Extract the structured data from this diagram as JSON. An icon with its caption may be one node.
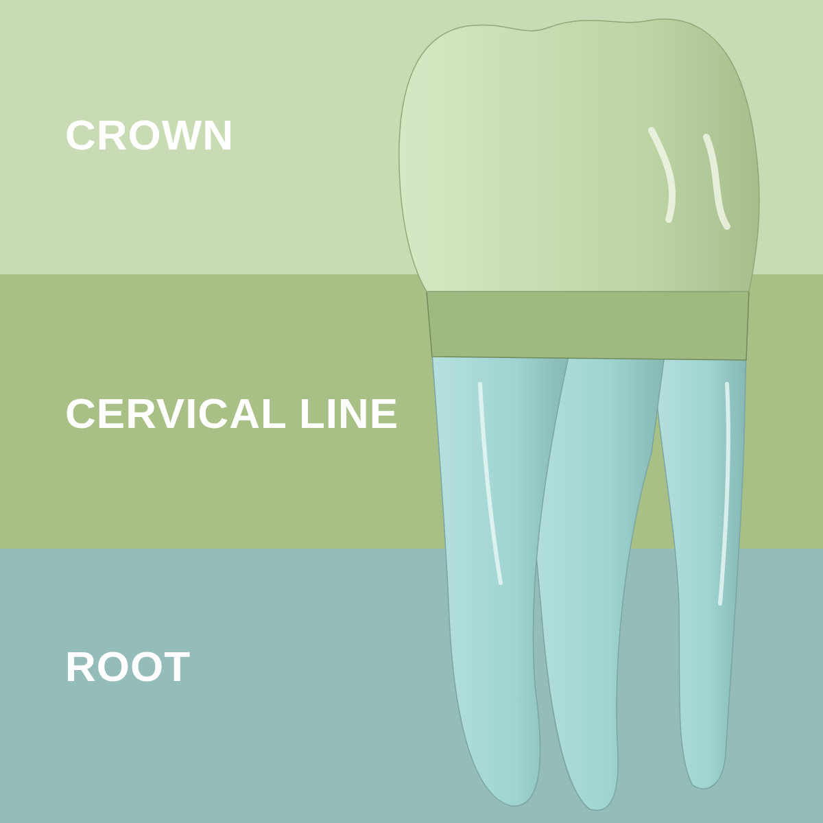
{
  "diagram": {
    "nodes": [
      {
        "text": [
          "CROWN"
        ]
      },
      {
        "text": [
          "CERVICAL LINE"
        ]
      },
      {
        "text": [
          "ROOT"
        ]
      }
    ]
  }
}
